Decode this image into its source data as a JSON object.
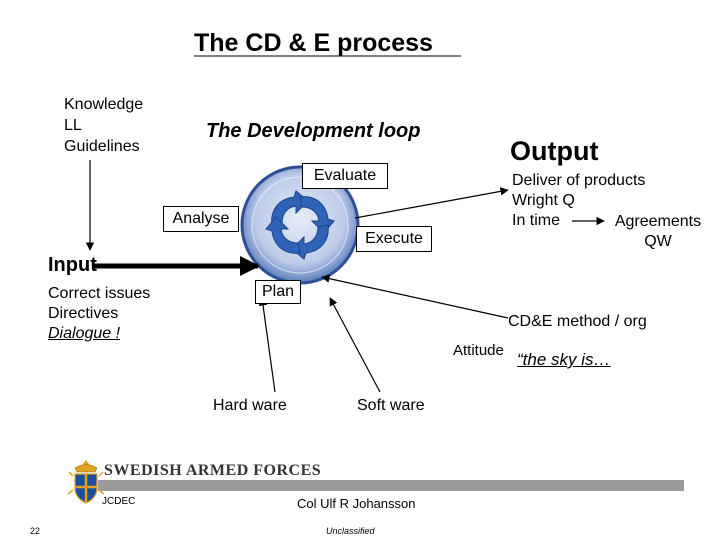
{
  "title": "The CD & E process",
  "loop_title": "The Development loop",
  "knowledge_lines": [
    "Knowledge",
    "LL",
    "Guidelines"
  ],
  "input": {
    "heading": "Input",
    "lines": [
      "Correct issues",
      "Directives",
      "Dialogue !"
    ]
  },
  "output": {
    "heading": "Output",
    "lines": [
      "Deliver of products",
      "Wright Q",
      "In time"
    ],
    "agreements": [
      "Agreements",
      "QW"
    ]
  },
  "loop_steps": {
    "evaluate": "Evaluate",
    "analyse": "Analyse",
    "execute": "Execute",
    "plan": "Plan"
  },
  "method_text": "CD&E method / org",
  "attitude": {
    "label": "Attitude",
    "quote": "“the sky is…"
  },
  "hardware": "Hard ware",
  "software": "Soft ware",
  "footer": {
    "org_name": "SWEDISH ARMED FORCES",
    "unit": "JCDEC",
    "author": "Col Ulf R Johansson",
    "page_number": "22",
    "classification": "Unclassified"
  },
  "colors": {
    "loop_circle": "#4a6fb0",
    "arrow": "#000000",
    "footer_bar": "#9a9a9a",
    "crest_gold": "#e0a020",
    "crest_blue": "#1a4fa0"
  }
}
